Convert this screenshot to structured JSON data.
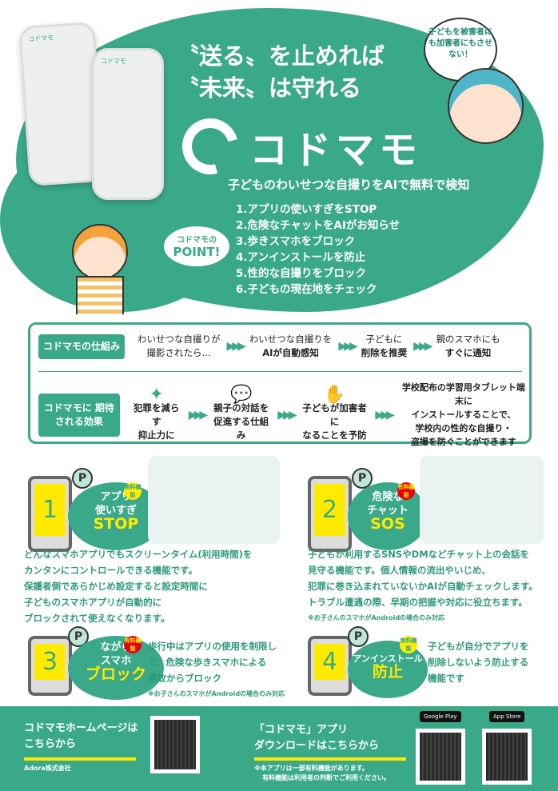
{
  "hero": {
    "title_line1": "〝送る〟を止めれば",
    "title_line2": "〝未来〟は守れる",
    "logo": "コドマモ",
    "subtitle": "子どものわいせつな自撮りをAIで無料で検知",
    "speech": "子どもを被害者にも加害者にもさせない！",
    "point_label": "コドマモの",
    "point_big": "POINT!",
    "points": [
      "1.アプリの使いすぎをSTOP",
      "2.危険なチャットをAIがお知らせ",
      "3.歩きスマホをブロック",
      "4.アンインストールを防止",
      "5.性的な自撮りをブロック",
      "6.子どもの現在地をチェック"
    ],
    "phone_brand": "コドマモ"
  },
  "how": {
    "label": "コドマモの仕組み",
    "steps": [
      [
        "わいせつな自撮りが",
        "撮影されたら…"
      ],
      [
        "わいせつな自撮りを",
        "AIが自動感知"
      ],
      [
        "子どもに",
        "削除を推奨"
      ],
      [
        "親のスマホにも",
        "すぐに通知"
      ]
    ],
    "arrow": "▶▶▶"
  },
  "effects": {
    "label": "コドマモに 期待される効果",
    "items": [
      [
        "犯罪を減らす",
        "抑止力に"
      ],
      [
        "親子の対話を",
        "促進する仕組み"
      ],
      [
        "子どもが加害者に",
        "なることを予防"
      ]
    ],
    "final": [
      "学校配布の学習用タブレット端末に",
      "インストールすることで、",
      "学校内の性的な自撮り・",
      "盗撮を防ぐことができます"
    ]
  },
  "features": [
    {
      "num": "1",
      "p": "P",
      "line1": "アプリ",
      "line2": "使いすぎ",
      "big": "STOP",
      "badge": "無料機能",
      "desc": [
        "どんなスマホアプリでもスクリーンタイム(利用時間)を",
        "カンタンにコントロールできる機能です。",
        "保護者側であらかじめ設定すると設定時間に",
        "子どものスマホアプリが自動的に",
        "ブロックされて使えなくなります。"
      ],
      "note": ""
    },
    {
      "num": "2",
      "p": "P",
      "line1": "危険な",
      "line2": "チャット",
      "big": "SOS",
      "badge": "有料機能",
      "desc": [
        "子どもが利用するSNSやDMなどチャット上の会話を",
        "見守る機能です。個人情報の流出やいじめ、",
        "犯罪に巻き込まれていないかAIが自動チェックします。",
        "トラブル遭遇の際、早期の把握や対応に役立ちます。"
      ],
      "note": "※お子さんのスマホがAndroidの場合のみ対応"
    },
    {
      "num": "3",
      "p": "P",
      "line1": "ながら",
      "line2": "スマホ",
      "big": "ブロック",
      "badge": "有料機能",
      "desc": [
        "歩行中はアプリの使用を制限し",
        "て、危険な歩きスマホによる",
        "事故からブロック"
      ],
      "note": "※お子さんのスマホがAndroidの場合のみ対応"
    },
    {
      "num": "4",
      "p": "P",
      "line1": "アンインストール",
      "line2": "",
      "big": "防止",
      "badge": "無料機能",
      "desc": [
        "子どもが自分でアプリを",
        "削除しないよう防止する",
        "機能です"
      ],
      "note": ""
    }
  ],
  "footer": {
    "home_line1": "コドマモホームページは",
    "home_line2": "こちらから",
    "company": "Adora株式会社",
    "app_line1": "「コドマモ」アプリ",
    "app_line2": "ダウンロードはこちらから",
    "note1": "※本アプリは一部有料機能があります。",
    "note2": "有料機能は利用者の判断でご利用ください。",
    "google": "Google Play",
    "apple": "App Store"
  },
  "colors": {
    "green": "#3aa98a",
    "yellow": "#ffea00",
    "red": "#e60012"
  }
}
